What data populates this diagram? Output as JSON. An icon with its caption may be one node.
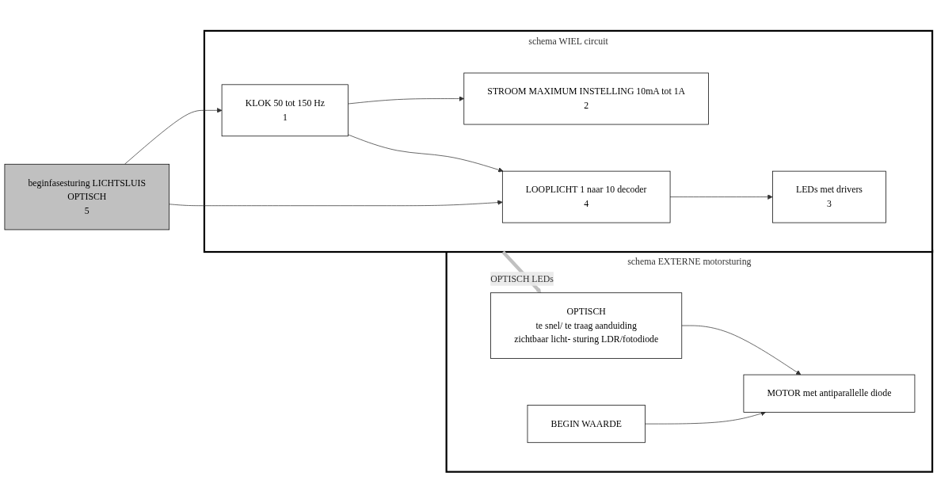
{
  "diagram": {
    "nodes": [
      {
        "text": [
          "schema WIEL circuit"
        ]
      },
      {
        "text": [
          "KLOK 50 tot 150 Hz",
          "1"
        ],
        "in": 0
      },
      {
        "text": [
          "STROOM MAXIMUM INSTELLING 10mA tot 1A",
          "2"
        ],
        "in": 0
      },
      {
        "text": [
          "LOOPLICHT 1 naar 10 decoder",
          "4"
        ],
        "in": 0
      },
      {
        "text": [
          "LEDs met drivers",
          "3"
        ],
        "in": 0
      },
      {
        "text": [
          "beginfasesturing LICHTSLUIS",
          "OPTISCH",
          "5"
        ]
      },
      {
        "text": [
          "schema EXTERNE motorsturing"
        ]
      },
      {
        "text": [
          "OPTISCH",
          "te snel/ te traag aanduiding",
          "zichtbaar licht- sturing LDR/fotodiode"
        ],
        "in": 6
      },
      {
        "text": [
          "BEGIN WAARDE"
        ],
        "in": 6
      },
      {
        "text": [
          "MOTOR met antiparallelle diode"
        ],
        "in": 6
      }
    ],
    "edges": [
      {
        "from": 1,
        "to": 3,
        "arrow": "to"
      },
      {
        "from": 1,
        "to": 2,
        "arrow": "to"
      },
      {
        "from": 3,
        "to": 4,
        "arrow": "to"
      },
      {
        "from": 5,
        "to": 1,
        "arrow": "to"
      },
      {
        "from": 5,
        "to": 3,
        "arrow": "to"
      },
      {
        "from": 0,
        "to": 7,
        "arrow": "to",
        "label": "OPTISCH LEDs",
        "color": "#c0c0c0",
        "style": "thick"
      },
      {
        "from": 7,
        "to": 9,
        "arrow": "to"
      },
      {
        "from": 8,
        "to": 9,
        "arrow": "to"
      }
    ]
  }
}
